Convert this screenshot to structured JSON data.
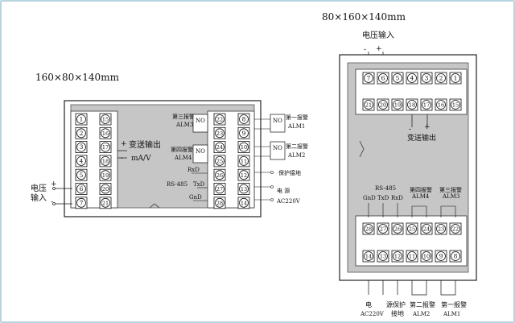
{
  "left_panel": {
    "dimension": "160×80×140mm",
    "voltage_input_line1": "电压",
    "voltage_input_line2": "输入",
    "plus": "+",
    "minus": "-",
    "transmit_plus": "+",
    "transmit_minus": "-",
    "transmit_label": "变送输出",
    "transmit_unit": "mA/V",
    "alm3_cn": "第三报警",
    "alm3_code": "ALM3",
    "alm4_cn": "第四报警",
    "alm4_code": "ALM4",
    "no": "NO",
    "rxd": "RxD",
    "rs485": "RS-485",
    "txd": "TxD",
    "gnd": "GnD",
    "alm1_cn": "第一报警",
    "alm1_code": "ALM1",
    "alm2_cn": "第二报警",
    "alm2_code": "ALM2",
    "protect_ground": "保护接地",
    "power_cn": "电    源",
    "power_ac": "AC220V",
    "col1": [
      "1",
      "2",
      "3",
      "4",
      "5",
      "6",
      "7"
    ],
    "col2": [
      "15",
      "16",
      "17",
      "18",
      "19",
      "20",
      "21"
    ],
    "col3": [
      "22",
      "23",
      "24",
      "25",
      "26",
      "27",
      "28"
    ],
    "col4": [
      "8",
      "9",
      "10",
      "11",
      "12",
      "13",
      "14"
    ]
  },
  "right_panel": {
    "dimension": "80×160×140mm",
    "voltage_input": "电压输入",
    "top_minus": "-",
    "top_plus": "+",
    "top_row1": [
      "7",
      "6",
      "5",
      "4",
      "3",
      "2",
      "1"
    ],
    "top_row2": [
      "21",
      "20",
      "19",
      "18",
      "17",
      "16",
      "15"
    ],
    "transmit_minus": "-",
    "transmit_plus": "+",
    "transmit_label": "变送输出",
    "rs485": "RS-485",
    "gnd": "GnD",
    "txd": "TxD",
    "rxd": "RxD",
    "alm4_cn": "第四报警",
    "alm4_code": "ALM4",
    "alm3_cn": "第三报警",
    "alm3_code": "ALM3",
    "bottom_row1": [
      "28",
      "27",
      "26",
      "25",
      "24",
      "23",
      "22"
    ],
    "bottom_row2": [
      "14",
      "13",
      "12",
      "11",
      "10",
      "9",
      "8"
    ],
    "power_cn": "电",
    "power_ac": "AC220V",
    "protect_line1": "源保护",
    "protect_line2": "接地",
    "alm2_cn": "第二报警",
    "alm2_code": "ALM2",
    "alm1_cn": "第一报警",
    "alm1_code": "ALM1"
  }
}
